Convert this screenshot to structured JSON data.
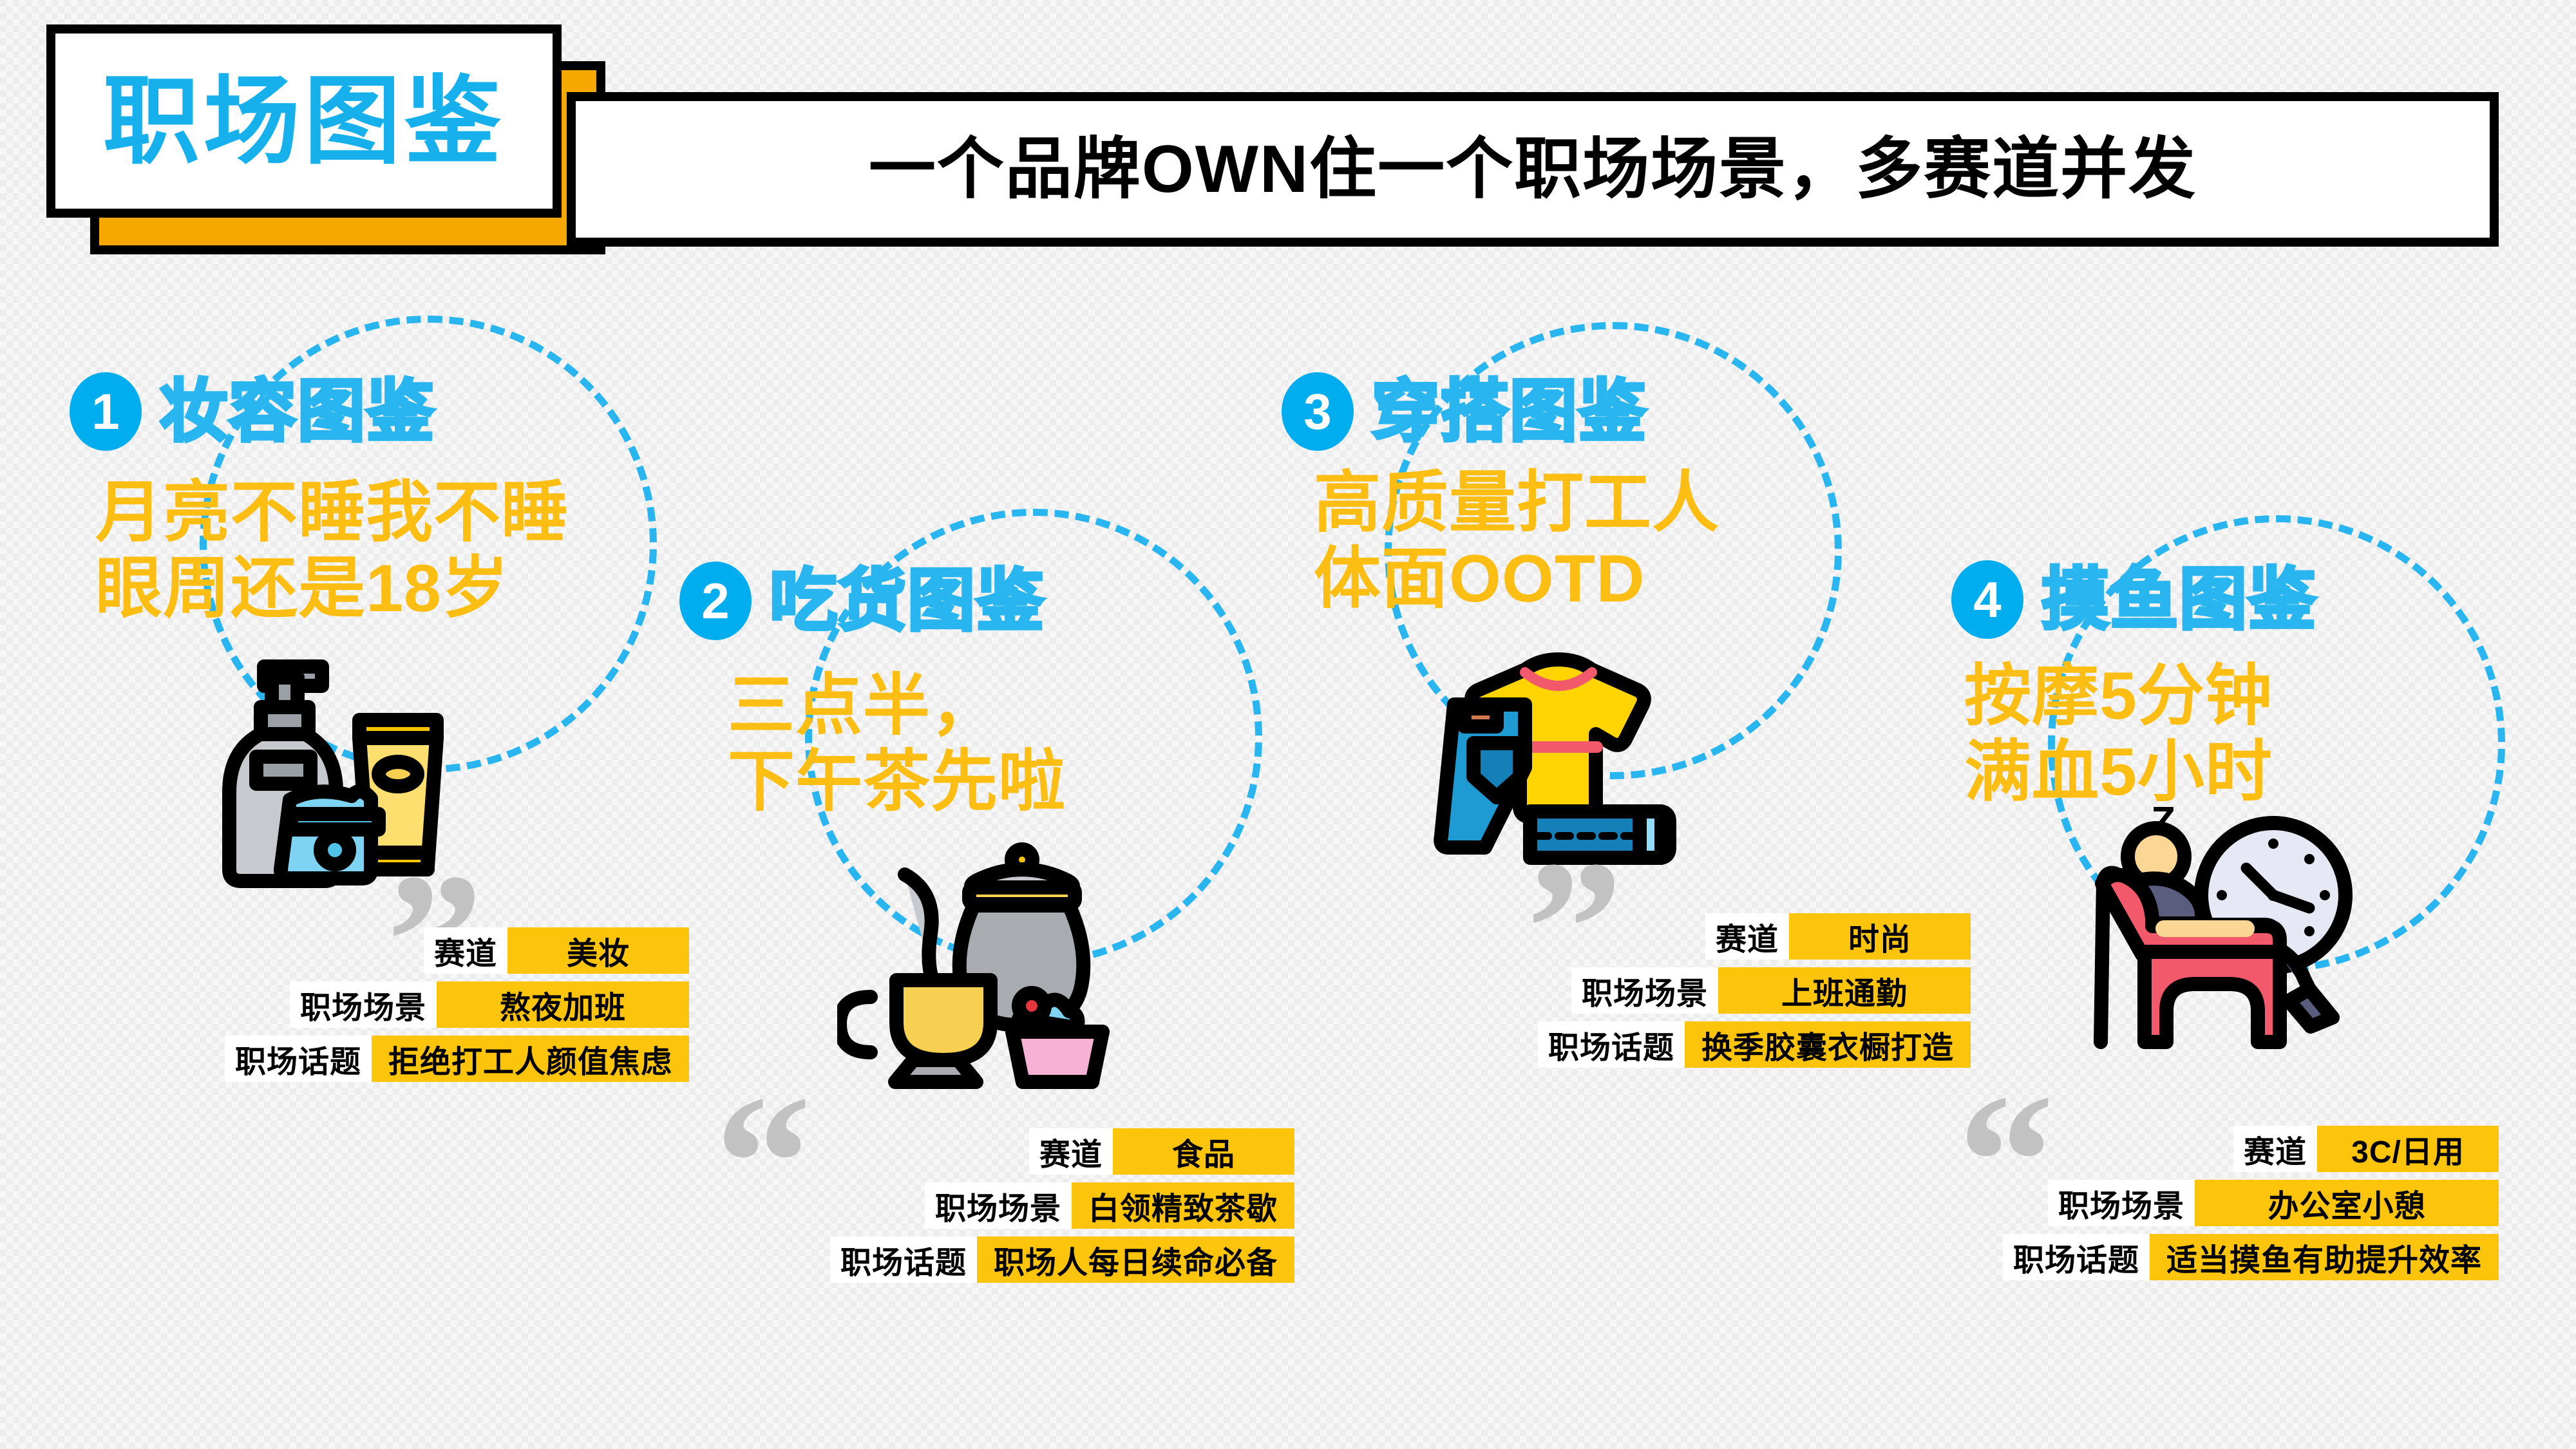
{
  "header": {
    "tag_title": "职场图鉴",
    "banner_title": "一个品牌OWN住一个职场场景，多赛道并发"
  },
  "labels": {
    "track": "赛道",
    "scene": "职场场景",
    "topic": "职场话题"
  },
  "colors": {
    "brand_blue": "#00AEEF",
    "outline_blue": "#29B6F0",
    "headline_yellow": "#FDBE14",
    "tag_yellow": "#FCC40B",
    "quote_gray": "#C2C2C2",
    "background": "#ededed",
    "black": "#000000"
  },
  "columns": [
    {
      "number": "1",
      "category": "妆容图鉴",
      "slogan_line1": "月亮不睡我不睡",
      "slogan_line2": "眼周还是18岁",
      "illustration": "cosmetics-icon",
      "quote_mark": "”",
      "tags": [
        {
          "key": "赛道",
          "value": "美妆"
        },
        {
          "key": "职场场景",
          "value": "熬夜加班"
        },
        {
          "key": "职场话题",
          "value": "拒绝打工人颜值焦虑"
        }
      ]
    },
    {
      "number": "2",
      "category": "吃货图鉴",
      "slogan_line1": "三点半，",
      "slogan_line2": "下午茶先啦",
      "illustration": "teapot-cup-cupcake-icon",
      "quote_mark": "“",
      "tags": [
        {
          "key": "赛道",
          "value": "食品"
        },
        {
          "key": "职场场景",
          "value": "白领精致茶歇"
        },
        {
          "key": "职场话题",
          "value": "职场人每日续命必备"
        }
      ]
    },
    {
      "number": "3",
      "category": "穿搭图鉴",
      "slogan_line1": "高质量打工人",
      "slogan_line2": "体面OOTD",
      "illustration": "tshirt-jeans-icon",
      "quote_mark": "”",
      "tags": [
        {
          "key": "赛道",
          "value": "时尚"
        },
        {
          "key": "职场场景",
          "value": "上班通勤"
        },
        {
          "key": "职场话题",
          "value": "换季胶囊衣橱打造"
        }
      ]
    },
    {
      "number": "4",
      "category": "摸鱼图鉴",
      "slogan_line1": "按摩5分钟",
      "slogan_line2": "满血5小时",
      "illustration": "napping-person-clock-icon",
      "quote_mark": "“",
      "tags": [
        {
          "key": "赛道",
          "value": "3C/日用"
        },
        {
          "key": "职场场景",
          "value": "办公室小憩"
        },
        {
          "key": "职场话题",
          "value": "适当摸鱼有助提升效率"
        }
      ]
    }
  ]
}
